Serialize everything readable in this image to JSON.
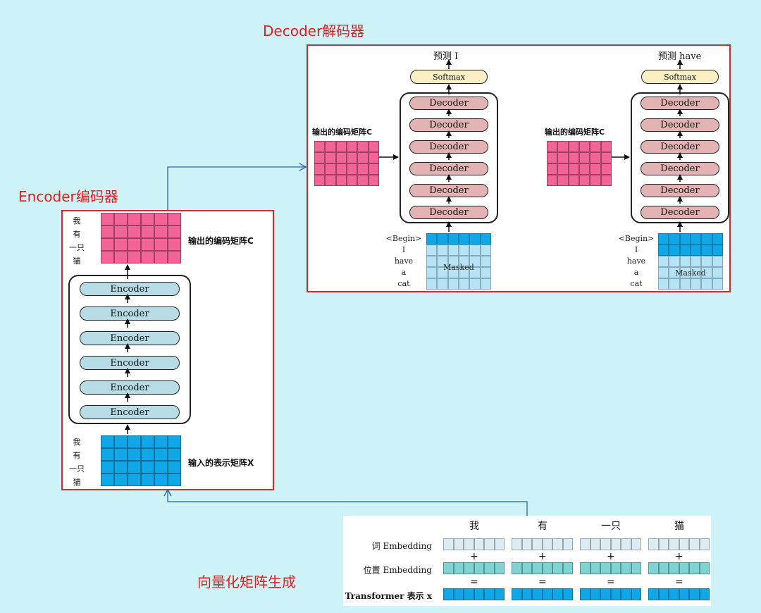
{
  "encoder": {
    "title": "Encoder编码器",
    "block_label": "Encoder",
    "block_count": 6,
    "output_label": "输出的编码矩阵C",
    "input_label": "输入的表示矩阵X",
    "tokens": [
      "我",
      "有",
      "一只",
      "猫"
    ]
  },
  "decoder": {
    "title": "Decoder解码器",
    "block_label": "Decoder",
    "block_count": 6,
    "softmax_label": "Softmax",
    "encoded_label": "输出的编码矩阵C",
    "masked_label": "Masked",
    "input_tokens": [
      "<Begin>",
      "I",
      "have",
      "a",
      "cat"
    ],
    "predictions": [
      {
        "label": "预测 I",
        "unmasked_rows": 1
      },
      {
        "label": "预测 have",
        "unmasked_rows": 2
      }
    ]
  },
  "vectorization": {
    "title": "向量化矩阵生成",
    "columns": [
      "我",
      "有",
      "一只",
      "猫"
    ],
    "row_labels": [
      "词 Embedding",
      "位置 Embedding",
      "Transformer 表示 x"
    ],
    "operators": [
      "+",
      "="
    ]
  },
  "colors": {
    "background": "#cdf3f8",
    "panel_border": "#d42a2a",
    "title_red": "#e0201e",
    "encoded_matrix": "#f26497",
    "input_matrix": "#0ea8e8",
    "masked_matrix": "#b6e4f6",
    "word_embedding": "#dcecf3",
    "position_embedding": "#7fd3d3",
    "transformer_repr": "#0ea8e8",
    "encoder_block": "#b7dce6",
    "decoder_block": "#e3b3b3",
    "softmax_block": "#fbefc6",
    "connector_arrow": "#2a63b8"
  }
}
